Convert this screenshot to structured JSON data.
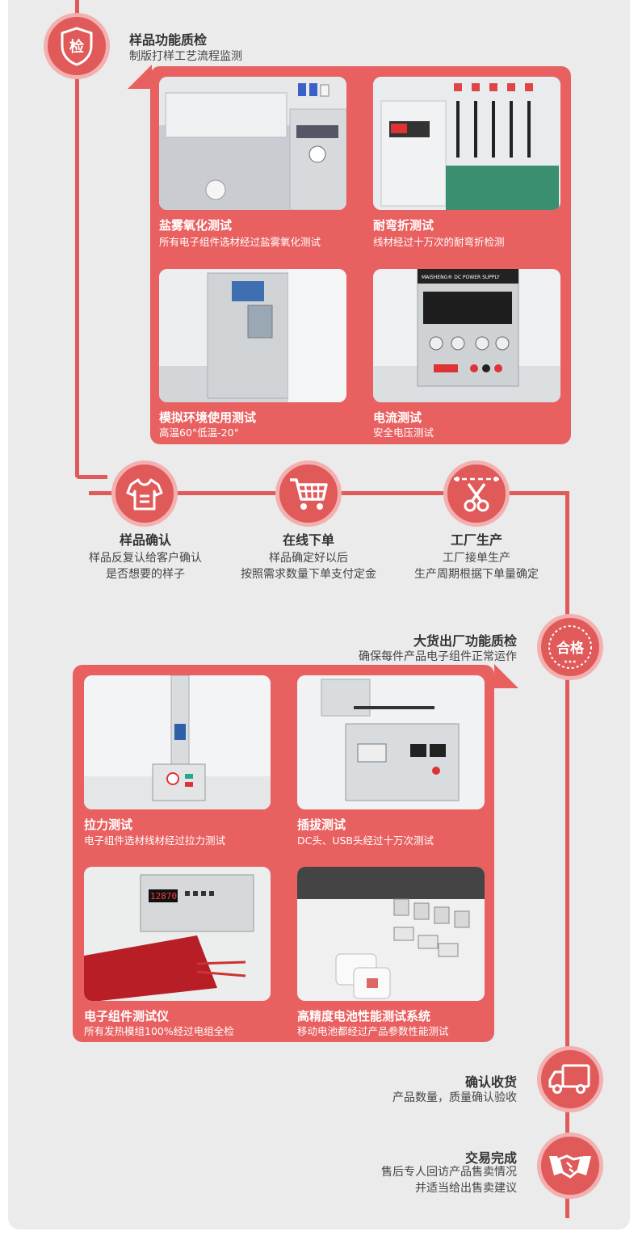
{
  "quality_sample": {
    "title": "样品功能质检",
    "subtitle": "制版打样工艺流程监测",
    "badge_text": "检",
    "items": [
      {
        "title": "盐雾氧化测试",
        "desc": "所有电子组件选材经过盐雾氧化测试",
        "photo": "salt-spray-chamber"
      },
      {
        "title": "耐弯折测试",
        "desc": "线材经过十万次的耐弯折检测",
        "photo": "bending-tester"
      },
      {
        "title": "模拟环境使用测试",
        "desc": "高温60°低温-20°",
        "photo": "climate-chamber"
      },
      {
        "title": "电流测试",
        "desc": "安全电压测试",
        "photo": "dc-power-supply"
      }
    ]
  },
  "psu_label": "MAISHENG® DC POWER SUPPLY",
  "steps": [
    {
      "title": "样品确认",
      "lines": [
        "样品反复认给客户确认",
        "是否想要的样子"
      ],
      "icon": "shirt-icon"
    },
    {
      "title": "在线下单",
      "lines": [
        "样品确定好以后",
        "按照需求数量下单支付定金"
      ],
      "icon": "cart-icon"
    },
    {
      "title": "工厂生产",
      "lines": [
        "工厂接单生产",
        "生产周期根据下单量确定"
      ],
      "icon": "scissors-icon"
    }
  ],
  "quality_bulk": {
    "title": "大货出厂功能质检",
    "subtitle": "确保每件产品电子组件正常运作",
    "badge_text": "合格",
    "items": [
      {
        "title": "拉力测试",
        "desc": "电子组件选材线材经过拉力测试",
        "photo": "tensile-tester"
      },
      {
        "title": "插拔测试",
        "desc": "DC头、USB头经过十万次测试",
        "photo": "plug-tester"
      },
      {
        "title": "电子组件测试仪",
        "desc": "所有发热模组100%经过电组全检",
        "photo": "resistance-meter"
      },
      {
        "title": "高精度电池性能测试系统",
        "desc": "移动电池都经过产品参数性能测试",
        "photo": "battery-test-system"
      }
    ]
  },
  "meter_reading": "12870",
  "receipt": {
    "title": "确认收货",
    "desc": "产品数量，质量确认验收",
    "icon": "truck-icon"
  },
  "done": {
    "title": "交易完成",
    "lines": [
      "售后专人回访产品售卖情况",
      "并适当给出售卖建议"
    ],
    "icon": "handshake-icon"
  },
  "colors": {
    "accent": "#e05a5a",
    "box": "#e96060",
    "panel": "#ebebeb"
  }
}
